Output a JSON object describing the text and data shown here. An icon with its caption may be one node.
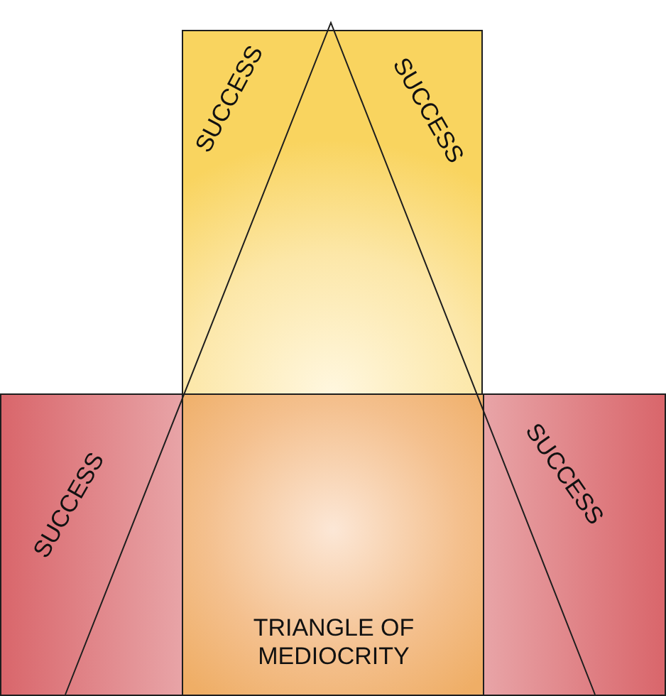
{
  "diagram": {
    "nodes": [
      {
        "text": [
          "SUCCESS",
          "SUCCESS"
        ]
      },
      {
        "text": [
          "SUCCESS"
        ]
      },
      {
        "text": [
          "TRIANGLE OF MEDIOCRITY"
        ]
      },
      {
        "text": [
          "SUCCESS"
        ]
      }
    ]
  }
}
